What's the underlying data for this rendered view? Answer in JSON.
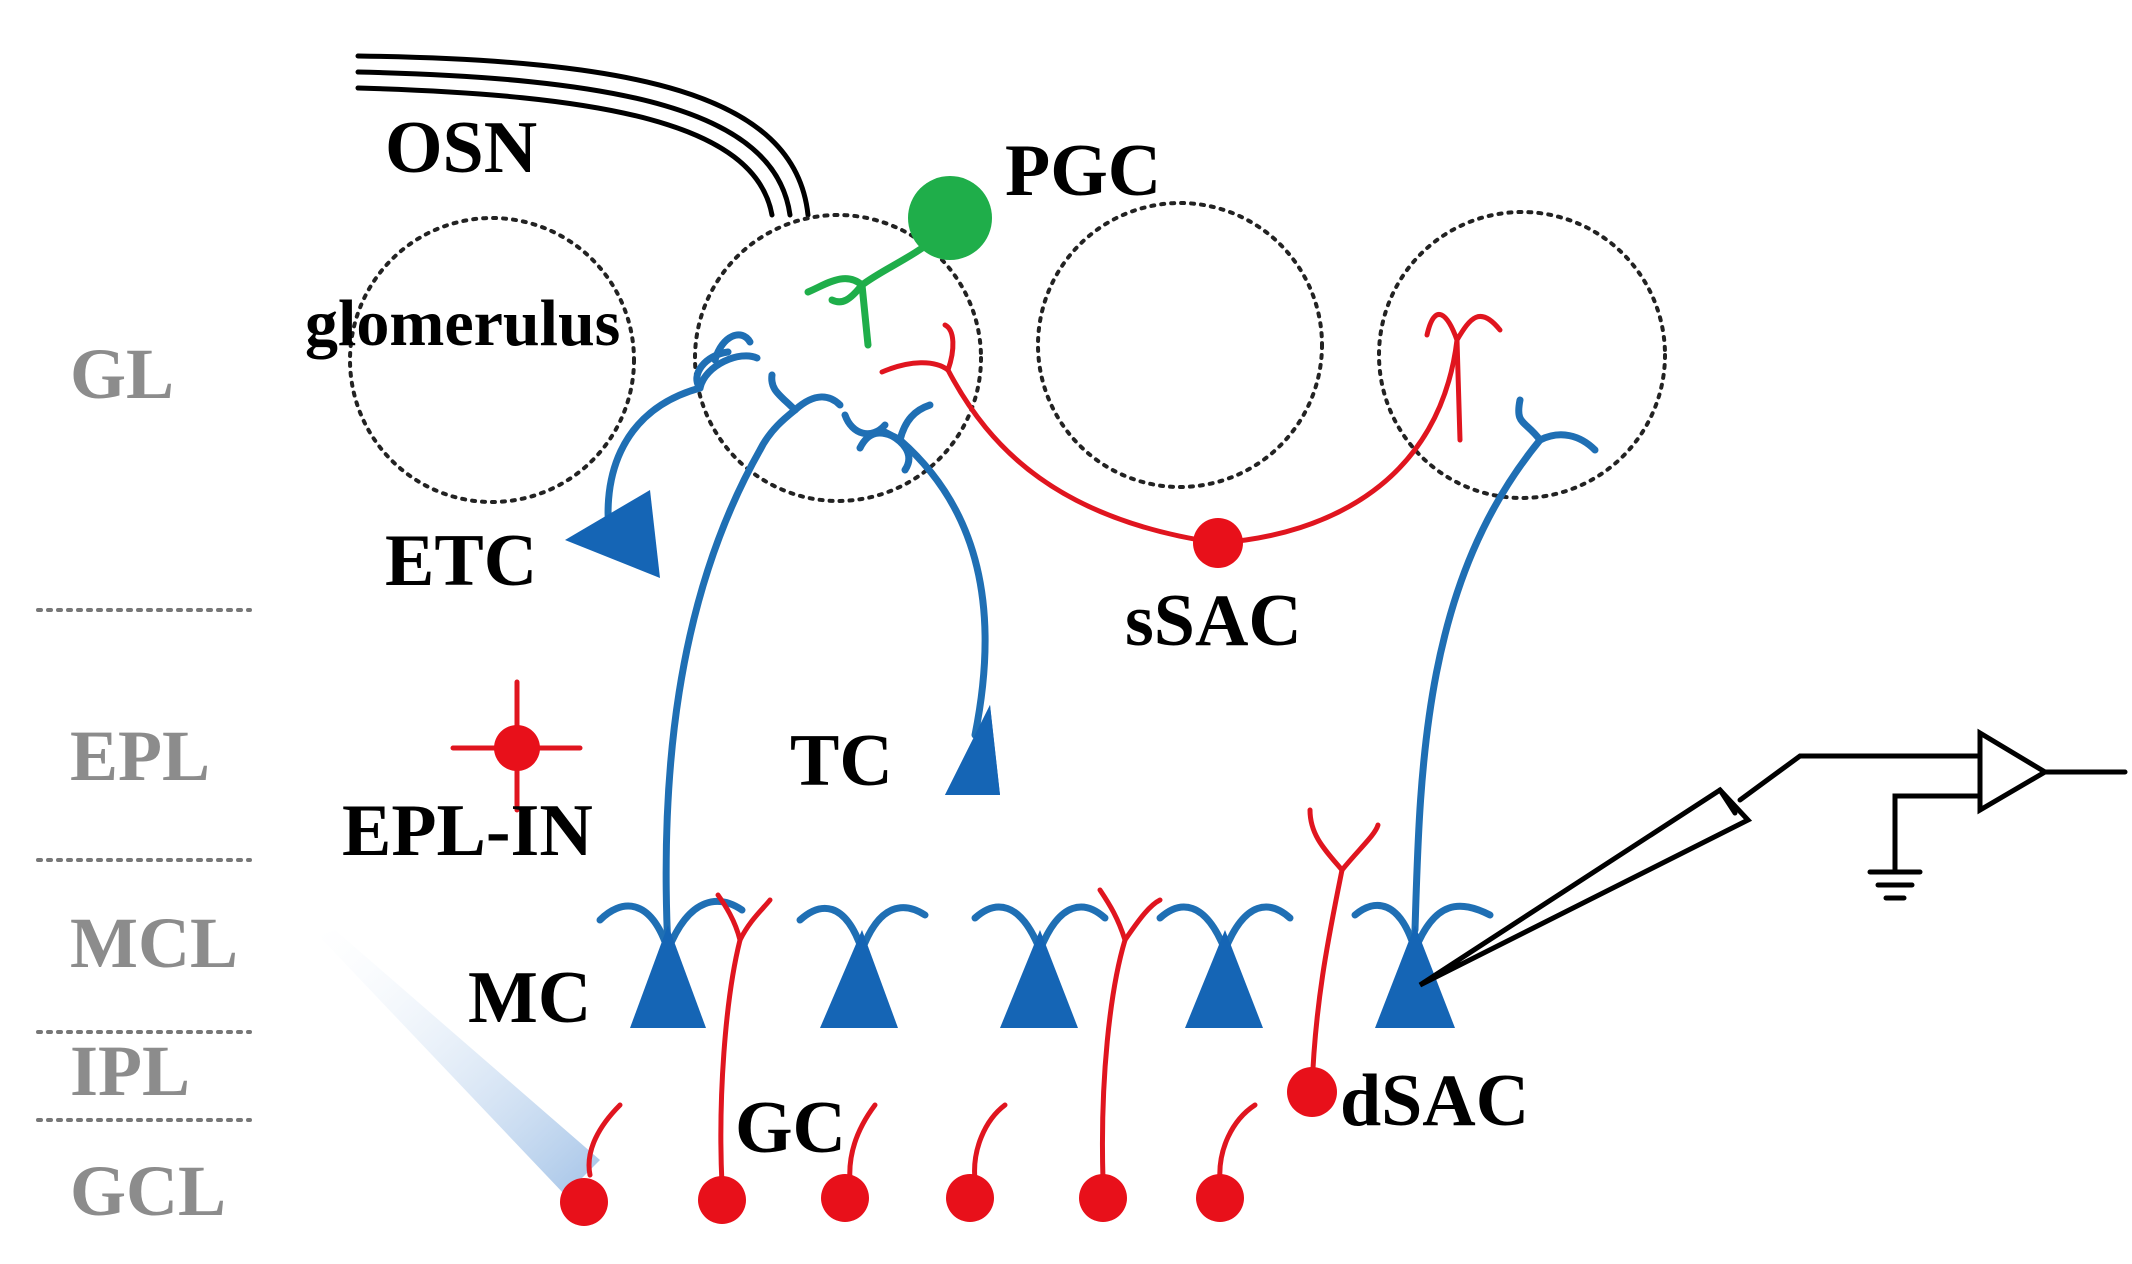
{
  "layers": {
    "gl": "GL",
    "epl": "EPL",
    "mcl": "MCL",
    "ipl": "IPL",
    "gcl": "GCL"
  },
  "cells": {
    "osn": "OSN",
    "pgc": "PGC",
    "glomerulus": "glomerulus",
    "etc": "ETC",
    "ssac": "sSAC",
    "tc": "TC",
    "epl_in": "EPL-IN",
    "mc": "MC",
    "gc": "GC",
    "dsac": "dSAC"
  },
  "colors": {
    "mitral_tufted": "#1565b5",
    "inhibitory": "#e8101a",
    "periglomerular": "#1fae4a",
    "layer_text": "#8c8c8c",
    "light_beam": "#a9c6e8"
  }
}
